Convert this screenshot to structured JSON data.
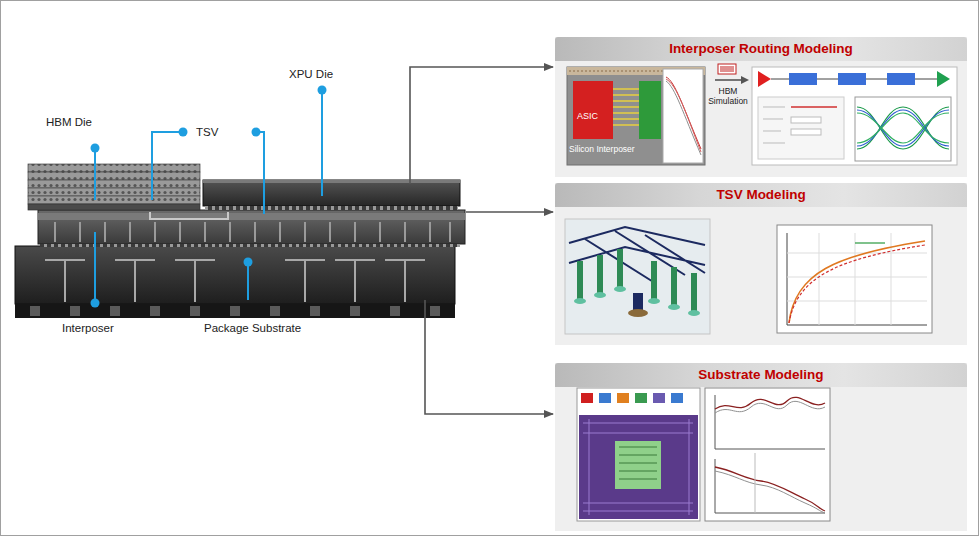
{
  "diagram": {
    "nodes": [
      {
        "text": [
          "Interposer Routing Modeling"
        ]
      },
      {
        "text": [
          "TSV Modeling"
        ]
      },
      {
        "text": [
          "Substrate Modeling"
        ]
      }
    ],
    "labels": [
      "HBM Die",
      "TSV",
      "XPU Die",
      "Interposer",
      "Package Substrate",
      "ASIC",
      "Silicon Interposer",
      "HBM Simulation"
    ]
  }
}
